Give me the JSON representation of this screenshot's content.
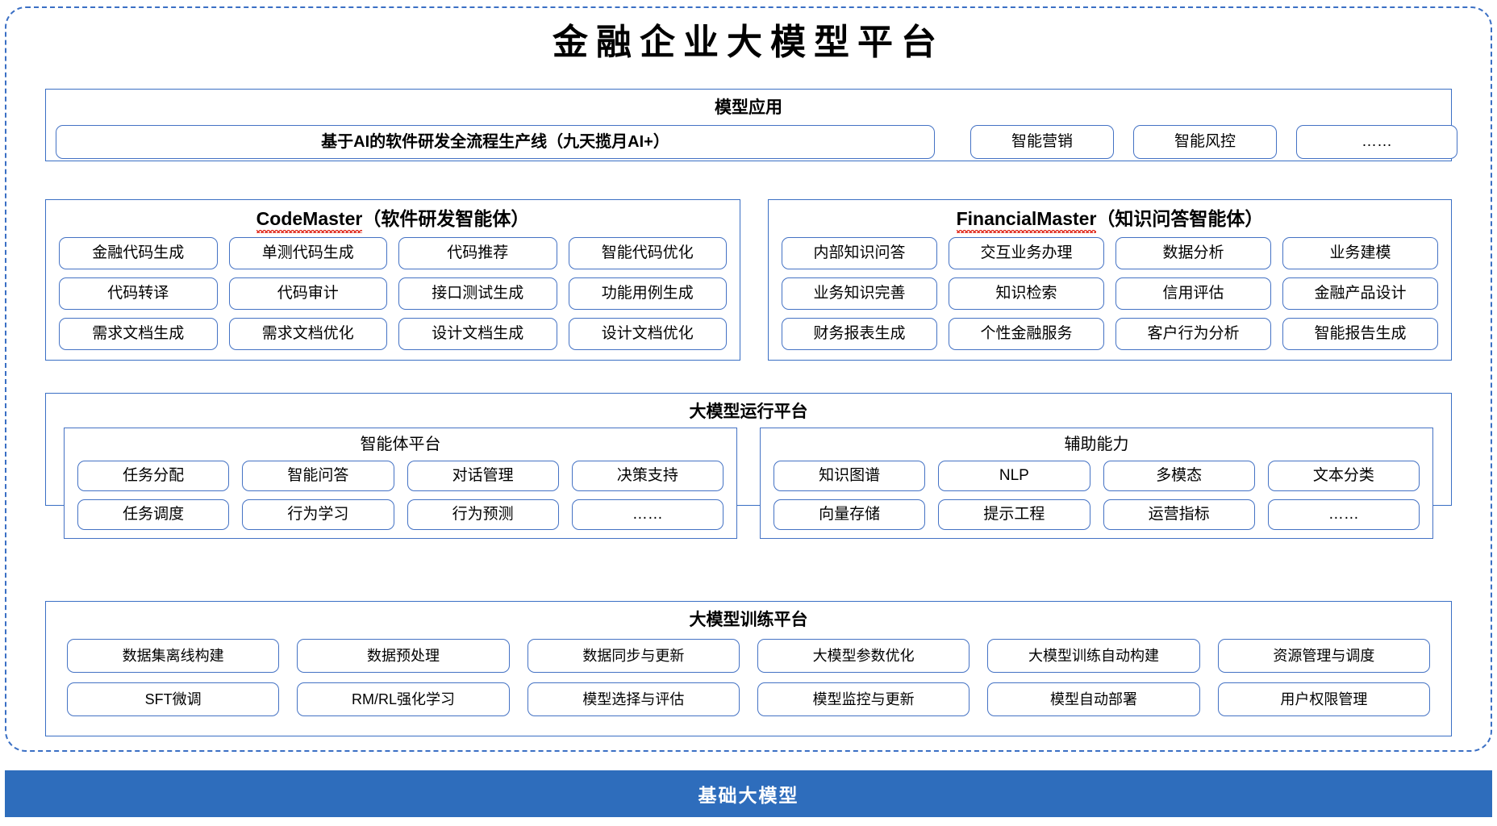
{
  "title": "金融企业大模型平台",
  "sections": {
    "application": {
      "title": "模型应用",
      "items": [
        "基于AI的软件研发全流程生产线（九天揽月AI+）",
        "智能营销",
        "智能风控",
        "……"
      ]
    },
    "codemaster": {
      "name_en": "CodeMaster",
      "name_cn": "（软件研发智能体）",
      "items": [
        "金融代码生成",
        "单测代码生成",
        "代码推荐",
        "智能代码优化",
        "代码转译",
        "代码审计",
        "接口测试生成",
        "功能用例生成",
        "需求文档生成",
        "需求文档优化",
        "设计文档生成",
        "设计文档优化"
      ]
    },
    "financialmaster": {
      "name_en": "FinancialMaster",
      "name_cn": "（知识问答智能体）",
      "items": [
        "内部知识问答",
        "交互业务办理",
        "数据分析",
        "业务建模",
        "业务知识完善",
        "知识检索",
        "信用评估",
        "金融产品设计",
        "财务报表生成",
        "个性金融服务",
        "客户行为分析",
        "智能报告生成"
      ]
    },
    "runtime": {
      "title": "大模型运行平台",
      "agent_platform": {
        "title": "智能体平台",
        "items": [
          "任务分配",
          "智能问答",
          "对话管理",
          "决策支持",
          "任务调度",
          "行为学习",
          "行为预测",
          "……"
        ]
      },
      "support_capability": {
        "title": "辅助能力",
        "items": [
          "知识图谱",
          "NLP",
          "多模态",
          "文本分类",
          "向量存储",
          "提示工程",
          "运营指标",
          "……"
        ]
      }
    },
    "training": {
      "title": "大模型训练平台",
      "items": [
        "数据集离线构建",
        "数据预处理",
        "数据同步与更新",
        "大模型参数优化",
        "大模型训练自动构建",
        "资源管理与调度",
        "SFT微调",
        "RM/RL强化学习",
        "模型选择与评估",
        "模型监控与更新",
        "模型自动部署",
        "用户权限管理"
      ]
    },
    "base": {
      "title": "基础大模型"
    }
  },
  "colors": {
    "border_blue": "#4472c4",
    "panel_blue": "#3a6fc4",
    "base_bar_blue": "#2e6dbc",
    "spellcheck_red": "#e02b1d"
  }
}
